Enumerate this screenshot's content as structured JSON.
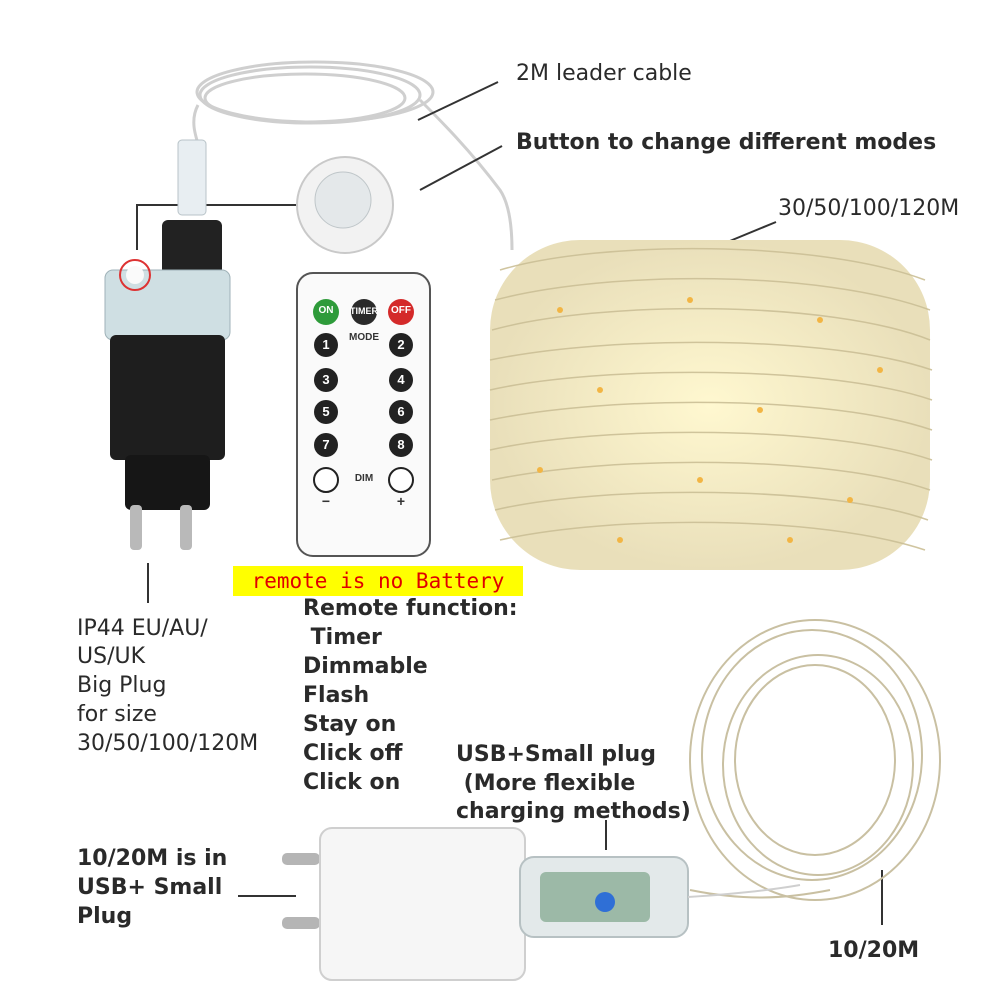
{
  "callouts": {
    "leader_cable": "2M leader cable",
    "button_modes": "Button to change different modes",
    "lengths_big": "30/50/100/120M",
    "lengths_small": "10/20M"
  },
  "warning": "remote is no Battery",
  "big_plug": {
    "lines": [
      "IP44 EU/AU/",
      "US/UK",
      "Big Plug",
      "for size",
      "30/50/100/120M"
    ]
  },
  "remote_function": {
    "heading": "Remote function:",
    "items": [
      " Timer",
      "Dimmable",
      "Flash",
      "Stay on",
      "Click off",
      "Click on"
    ]
  },
  "usb_plug": {
    "lines": [
      "USB+Small plug",
      " (More flexible",
      "charging methods)"
    ]
  },
  "small_plug_note": {
    "lines": [
      "10/20M is in",
      "USB+ Small",
      "Plug"
    ]
  },
  "remote": {
    "on": "ON",
    "timer": "TIMER",
    "off": "OFF",
    "mode": "MODE",
    "dim": "DIM",
    "minus": "−",
    "plus": "+",
    "keys": [
      "1",
      "2",
      "3",
      "4",
      "5",
      "6",
      "7",
      "8"
    ]
  },
  "colors": {
    "on_button": "#2e9b3a",
    "off_button": "#d42a2a",
    "warning_bg": "#ffff00",
    "warning_text": "#e00000",
    "wire": "#d6cdb0",
    "adapter_body": "#1e1e1e"
  }
}
